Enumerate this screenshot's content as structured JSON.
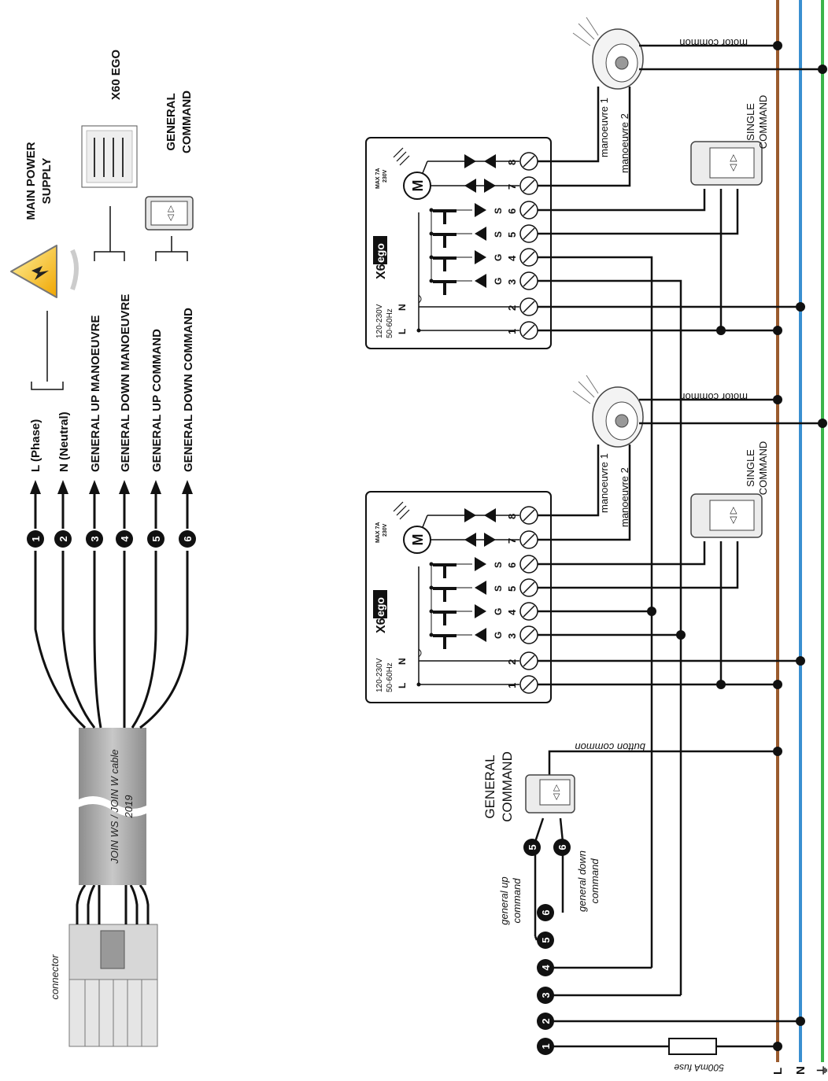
{
  "legend": {
    "wires": [
      {
        "num": "1",
        "label": "L (Phase)"
      },
      {
        "num": "2",
        "label": "N (Neutral)"
      },
      {
        "num": "3",
        "label": "GENERAL UP MANOEUVRE"
      },
      {
        "num": "4",
        "label": "GENERAL DOWN MANOEUVRE"
      },
      {
        "num": "5",
        "label": "GENERAL UP COMMAND"
      },
      {
        "num": "6",
        "label": "GENERAL DOWN COMMAND"
      }
    ],
    "groups": {
      "power": "MAIN POWER SUPPLY",
      "module": "X60 EGO",
      "command": "GENERAL COMMAND"
    },
    "cable": {
      "name": "JOIN WS / JOIN W cable",
      "year": "2019"
    },
    "connector": "connector"
  },
  "module": {
    "model": "X60",
    "brand": "ego",
    "voltage": "120-230V",
    "frequency": "50-60Hz",
    "rating": "MAX 7A",
    "rating_voltage": "230V",
    "motor": "M",
    "terminal_L": "L",
    "terminal_N": "N",
    "terminals": [
      "1",
      "2",
      "3",
      "4",
      "5",
      "6",
      "7",
      "8"
    ],
    "input_labels": [
      "G",
      "G",
      "S",
      "S"
    ]
  },
  "wiring": {
    "motor_common": "motor common",
    "manoeuvre_1": "manoeuvre 1",
    "manoeuvre_2": "manoeuvre 2",
    "single_command": "SINGLE COMMAND",
    "general_command": "GENERAL COMMAND",
    "button_common": "button common",
    "general_up_command": "general up command",
    "general_down_command": "general down command",
    "fuse": "500mA fuse",
    "rail_L": "L",
    "rail_N": "N",
    "rail_PE": "⏚",
    "numbers": [
      "1",
      "2",
      "3",
      "4",
      "5",
      "6",
      "5",
      "6"
    ]
  },
  "colors": {
    "phase": "#9b5b2e",
    "neutral": "#3a8fd0",
    "earth": "#3cb44b",
    "cable": "#a8a8a8"
  }
}
